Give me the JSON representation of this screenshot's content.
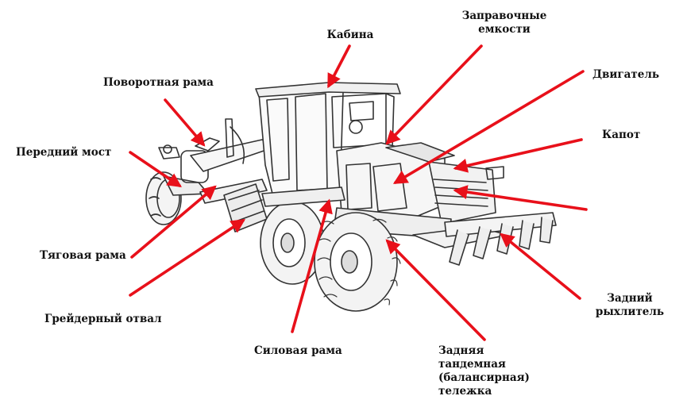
{
  "colors": {
    "arrow": "#e8101a",
    "ink": "#333333",
    "label": "#111111",
    "background": "#ffffff"
  },
  "labels": {
    "kabina": "Кабина",
    "zapravochnye": "Заправочные\nемкости",
    "dvigatel": "Двигатель",
    "kapot": "Капот",
    "povorotnaya_rama": "Поворотная рама",
    "peredny_most": "Передний мост",
    "tyagovaya_rama": "Тяговая рама",
    "greyderny_otval": "Грейдерный отвал",
    "silovaya_rama": "Силовая рама",
    "zadnyaya_telezhka": "Задняя\nтандемная\n(балансирная)\nтележка",
    "zadny_rykhlitel": "Задний\nрыхлитель"
  },
  "icons": {
    "machine": "motor-grader-drawing",
    "pointer": "red-arrow"
  }
}
